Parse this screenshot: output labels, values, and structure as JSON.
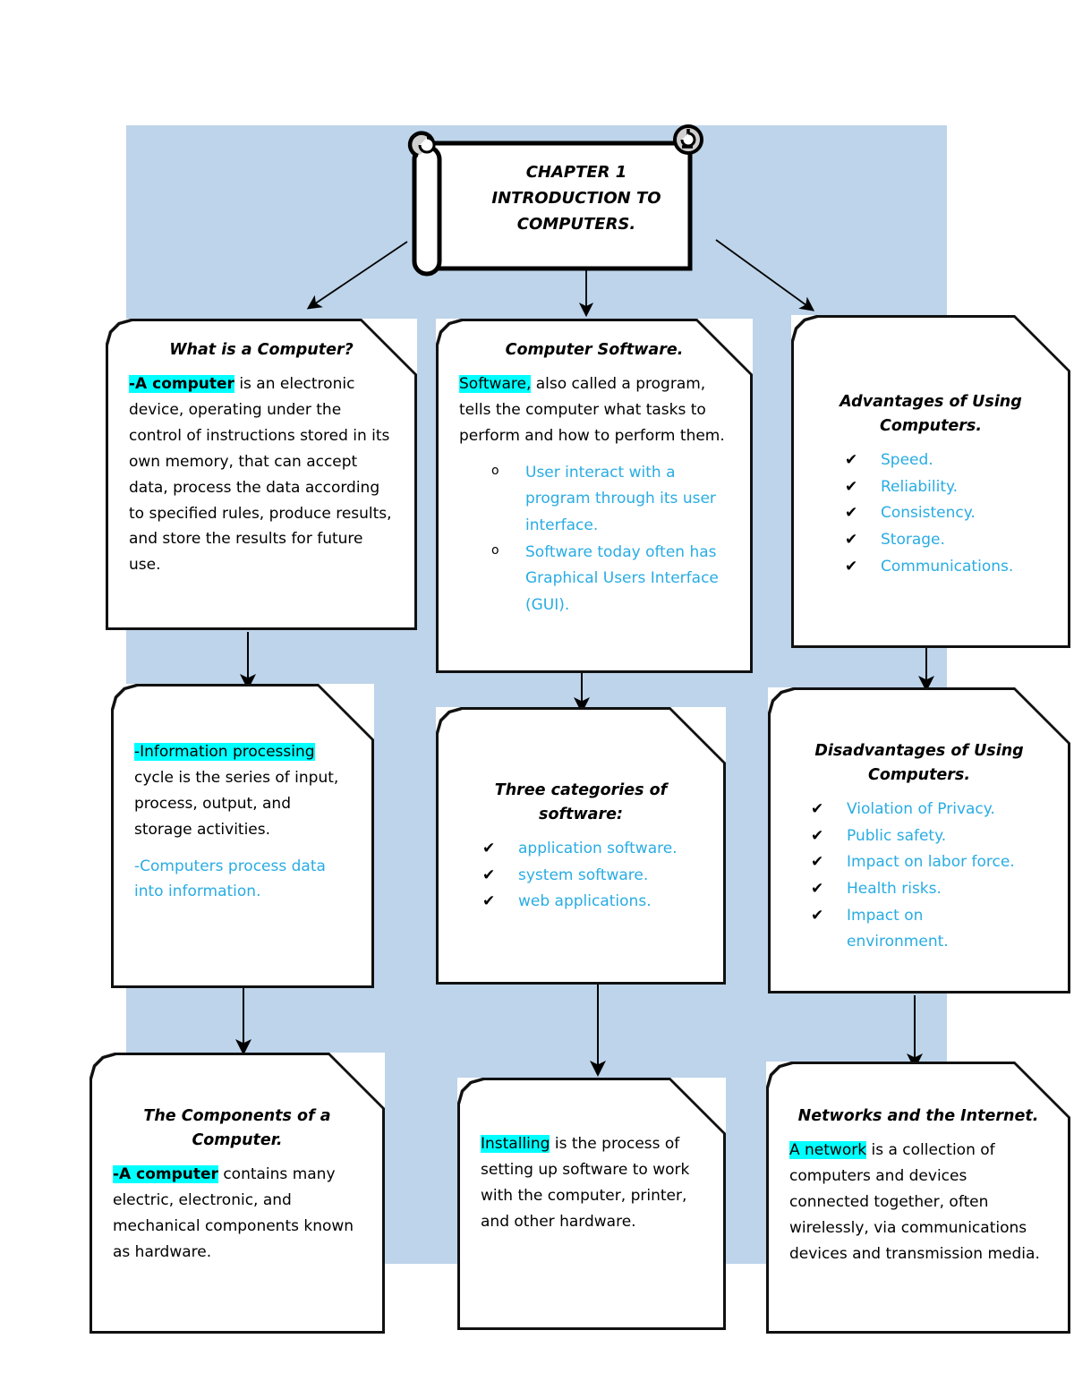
{
  "title_card": {
    "name": "chapter-scroll",
    "lines": [
      "CHAPTER 1",
      "INTRODUCTION TO",
      "COMPUTERS."
    ]
  },
  "colors": {
    "backdrop": "#bdd4ea",
    "highlight": "#00ffff",
    "accent_text": "#29ace3",
    "outline": "#111111"
  },
  "cards": {
    "what_is_a_computer": {
      "title": "What is a Computer?",
      "highlight": "-A computer",
      "body": " is an electronic device, operating under the control of instructions stored in its own memory, that can accept data, process the data according to specified rules, produce results, and store the results for future use."
    },
    "computer_software": {
      "title": "Computer Software.",
      "highlight": "Software,",
      "body": " also called a program, tells the computer what tasks to perform and how to perform them.",
      "bullets": [
        "User interact with a program through its user interface.",
        "Software today often has Graphical Users Interface (GUI)."
      ]
    },
    "advantages": {
      "title_line1": "Advantages of Using",
      "title_line2": "Computers.",
      "items": [
        "Speed.",
        "Reliability.",
        "Consistency.",
        "Storage.",
        "Communications."
      ]
    },
    "information_processing": {
      "highlight": "-Information processing",
      "body": " cycle is the series of input, process, output, and storage activities.",
      "blue_para": "-Computers process data into information."
    },
    "three_categories": {
      "title_line1": "Three categories of",
      "title_line2": "software:",
      "items": [
        "application software.",
        "system software.",
        "web applications."
      ]
    },
    "disadvantages": {
      "title_line1": "Disadvantages of Using",
      "title_line2": "Computers.",
      "items": [
        "Violation of Privacy.",
        "Public safety.",
        "Impact on labor force.",
        "Health risks.",
        "Impact on environment."
      ]
    },
    "components": {
      "title_line1": "The Components of a",
      "title_line2": "Computer.",
      "highlight": "-A computer",
      "body": " contains many electric, electronic, and mechanical components known as hardware."
    },
    "installing": {
      "highlight": "Installing",
      "body": " is the process of setting up software to work with the computer, printer, and other hardware."
    },
    "networks": {
      "title": "Networks and the Internet.",
      "highlight": "A network",
      "body": " is a collection of computers and devices connected together, often wirelessly, via communications devices and transmission media."
    }
  },
  "glyphs": {
    "tick": "✔",
    "circle": "o"
  }
}
